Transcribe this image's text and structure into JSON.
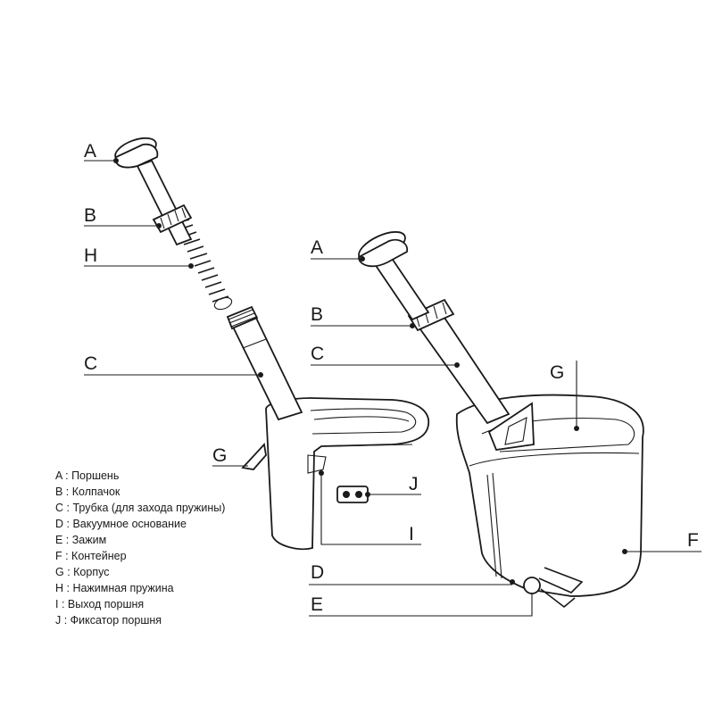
{
  "callouts": {
    "left_a": "A",
    "left_b": "B",
    "left_h": "H",
    "left_c": "C",
    "left_g": "G",
    "left_j": "J",
    "left_i": "I",
    "right_a": "A",
    "right_b": "B",
    "right_c": "C",
    "right_g": "G",
    "right_f": "F",
    "right_d": "D",
    "right_e": "E"
  },
  "legend": [
    {
      "key": "A",
      "text": "A : Поршень"
    },
    {
      "key": "B",
      "text": "B : Колпачок"
    },
    {
      "key": "C",
      "text": "C : Трубка (для захода пружины)"
    },
    {
      "key": "D",
      "text": "D : Вакуумное основание"
    },
    {
      "key": "E",
      "text": "E : Зажим"
    },
    {
      "key": "F",
      "text": "F : Контейнер"
    },
    {
      "key": "G",
      "text": "G : Корпус"
    },
    {
      "key": "H",
      "text": "H : Нажимная пружина"
    },
    {
      "key": "I",
      "text": "I : Выход поршня"
    },
    {
      "key": "J",
      "text": "J : Фиксатор поршня"
    }
  ]
}
